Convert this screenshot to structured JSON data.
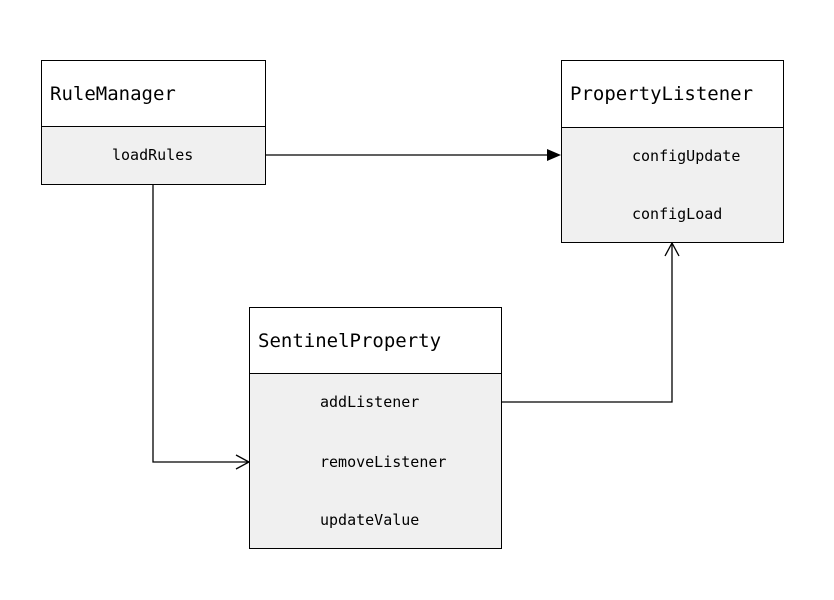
{
  "diagram": {
    "classes": [
      {
        "id": "rule-manager",
        "name": "RuleManager",
        "members": [
          "loadRules"
        ]
      },
      {
        "id": "property-listener",
        "name": "PropertyListener",
        "members": [
          "configUpdate",
          "configLoad"
        ]
      },
      {
        "id": "sentinel-property",
        "name": "SentinelProperty",
        "members": [
          "addListener",
          "removeListener",
          "updateValue"
        ]
      }
    ],
    "connections": [
      {
        "from": "rule-manager.loadRules",
        "to": "property-listener",
        "arrow": "filled"
      },
      {
        "from": "rule-manager",
        "to": "sentinel-property",
        "arrow": "open"
      },
      {
        "from": "sentinel-property.addListener",
        "to": "property-listener",
        "arrow": "open"
      }
    ]
  }
}
